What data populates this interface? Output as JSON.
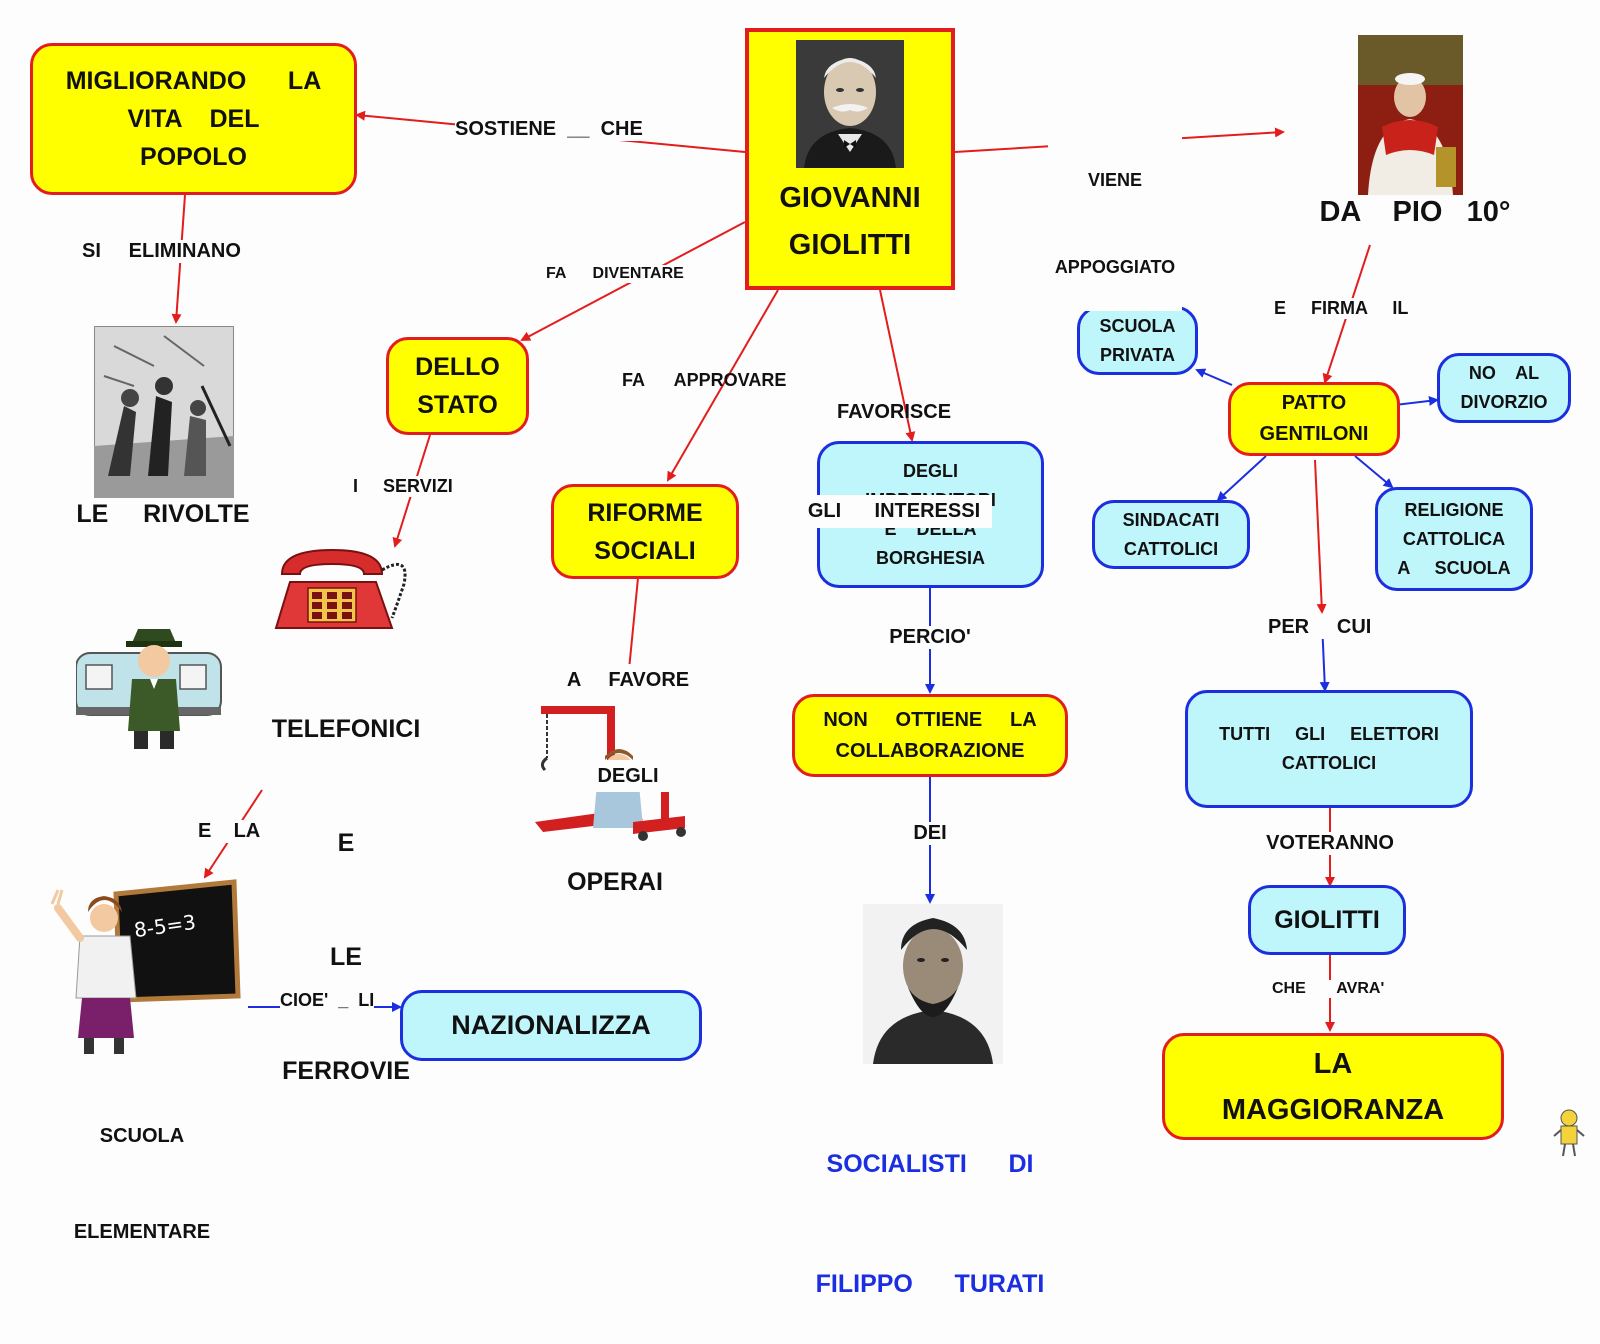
{
  "center": {
    "line1": "GIOVANNI",
    "line2": "GIOLITTI"
  },
  "pius": {
    "label": "DA    PIO   10°"
  },
  "nodes": {
    "migliorando": [
      "MIGLIORANDO      LA",
      "VITA    DEL",
      "POPOLO"
    ],
    "dello_stato": [
      "DELLO",
      "STATO"
    ],
    "riforme": [
      "RIFORME",
      "SOCIALI"
    ],
    "imprenditori": [
      "DEGLI",
      "IMPRENDITORI",
      "E    DELLA",
      "BORGHESIA"
    ],
    "non_ottiene": [
      "NON     OTTIENE     LA",
      "COLLABORAZIONE"
    ],
    "nazionalizza": [
      "NAZIONALIZZA"
    ],
    "patto": [
      "PATTO",
      "GENTILONI"
    ],
    "scuola_privata": [
      "SCUOLA",
      "PRIVATA"
    ],
    "no_divorzio": [
      "NO    AL",
      "DIVORZIO"
    ],
    "sindacati": [
      "SINDACATI",
      "CATTOLICI"
    ],
    "religione": [
      "RELIGIONE",
      "CATTOLICA",
      "A     SCUOLA"
    ],
    "elettori": [
      "TUTTI     GLI     ELETTORI",
      "CATTOLICI"
    ],
    "giolitti2": [
      "GIOLITTI"
    ],
    "maggioranza": [
      "LA",
      "MAGGIORANZA"
    ]
  },
  "text_nodes": {
    "le_rivolte": "LE     RIVOLTE",
    "telefonici": [
      "TELEFONICI",
      "E",
      "LE",
      "FERROVIE"
    ],
    "operai": "OPERAI",
    "scuola_elementare": [
      "SCUOLA",
      "ELEMENTARE"
    ],
    "socialisti": [
      "SOCIALISTI      DI",
      "FILIPPO      TURATI"
    ]
  },
  "edge_labels": {
    "sostiene_che": "SOSTIENE  __  CHE",
    "viene_appoggiato": [
      "VIENE",
      "APPOGGIATO"
    ],
    "si_eliminano": "SI     ELIMINANO",
    "fa_diventare": "FA      DIVENTARE",
    "fa_approvare": "FA      APPROVARE",
    "favorisce": [
      "FAVORISCE",
      "GLI      INTERESSI"
    ],
    "i_servizi": "I     SERVIZI",
    "a_favore": [
      "A     FAVORE",
      "DEGLI"
    ],
    "percio": "PERCIO'",
    "dei": "DEI",
    "e_la": "E    LA",
    "cioe_li": "CIOE'  _  LI",
    "e_firma_il": "E     FIRMA     IL",
    "per_cui": "PER     CUI",
    "voteranno": "VOTERANNO",
    "che_avra": "CHE       AVRA'"
  },
  "blackboard_text": "8-5=3",
  "colors": {
    "yellow": "#ffff00",
    "red": "#e31c1c",
    "cyan": "#bff6fb",
    "blue": "#1b2fe0",
    "socialisti_text": "#1b2fe0"
  }
}
